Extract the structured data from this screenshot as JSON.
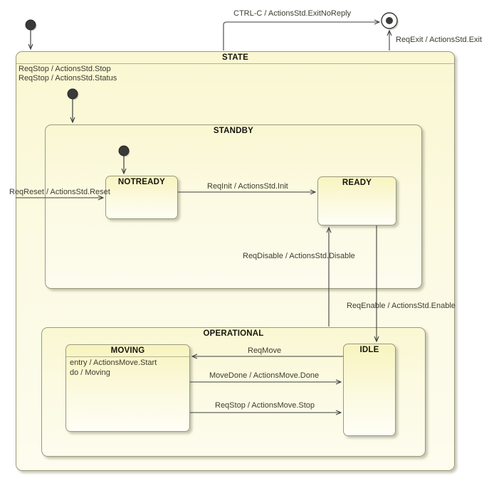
{
  "diagram": {
    "type": "uml-state-machine",
    "states": {
      "state": {
        "label": "STATE",
        "internal_actions": [
          "ReqStop / ActionsStd.Stop",
          "ReqStop / ActionsStd.Status"
        ]
      },
      "standby": {
        "label": "STANDBY"
      },
      "notready": {
        "label": "NOTREADY"
      },
      "ready": {
        "label": "READY"
      },
      "operational": {
        "label": "OPERATIONAL"
      },
      "moving": {
        "label": "MOVING",
        "entry_action": "entry / ActionsMove.Start",
        "do_action": "do / Moving"
      },
      "idle": {
        "label": "IDLE"
      }
    },
    "transitions": {
      "ctrl_c": "CTRL-C / ActionsStd.ExitNoReply",
      "req_exit": "ReqExit / ActionsStd.Exit",
      "req_reset": "ReqReset / ActionsStd.Reset",
      "req_init": "ReqInit / ActionsStd.Init",
      "req_disable": "ReqDisable / ActionsStd.Disable",
      "req_enable": "ReqEnable / ActionsStd.Enable",
      "req_move": "ReqMove",
      "move_done": "MoveDone / ActionsMove.Done",
      "req_stop_move": "ReqStop / ActionsMove.Stop"
    },
    "pseudo_states": {
      "initial_count": 3,
      "final_count": 1
    },
    "colors": {
      "composite_fill_top": "#faf7d2",
      "composite_fill_bottom": "#fdfcee",
      "leaf_fill_top": "#f8f4bf",
      "leaf_fill_bottom": "#fefef6",
      "border": "#9a9a7c",
      "separator": "#b3b392",
      "transition_line": "#3f3f3f",
      "label_text": "#3c3c30",
      "title_text": "#15150d",
      "background": "#ffffff"
    }
  }
}
